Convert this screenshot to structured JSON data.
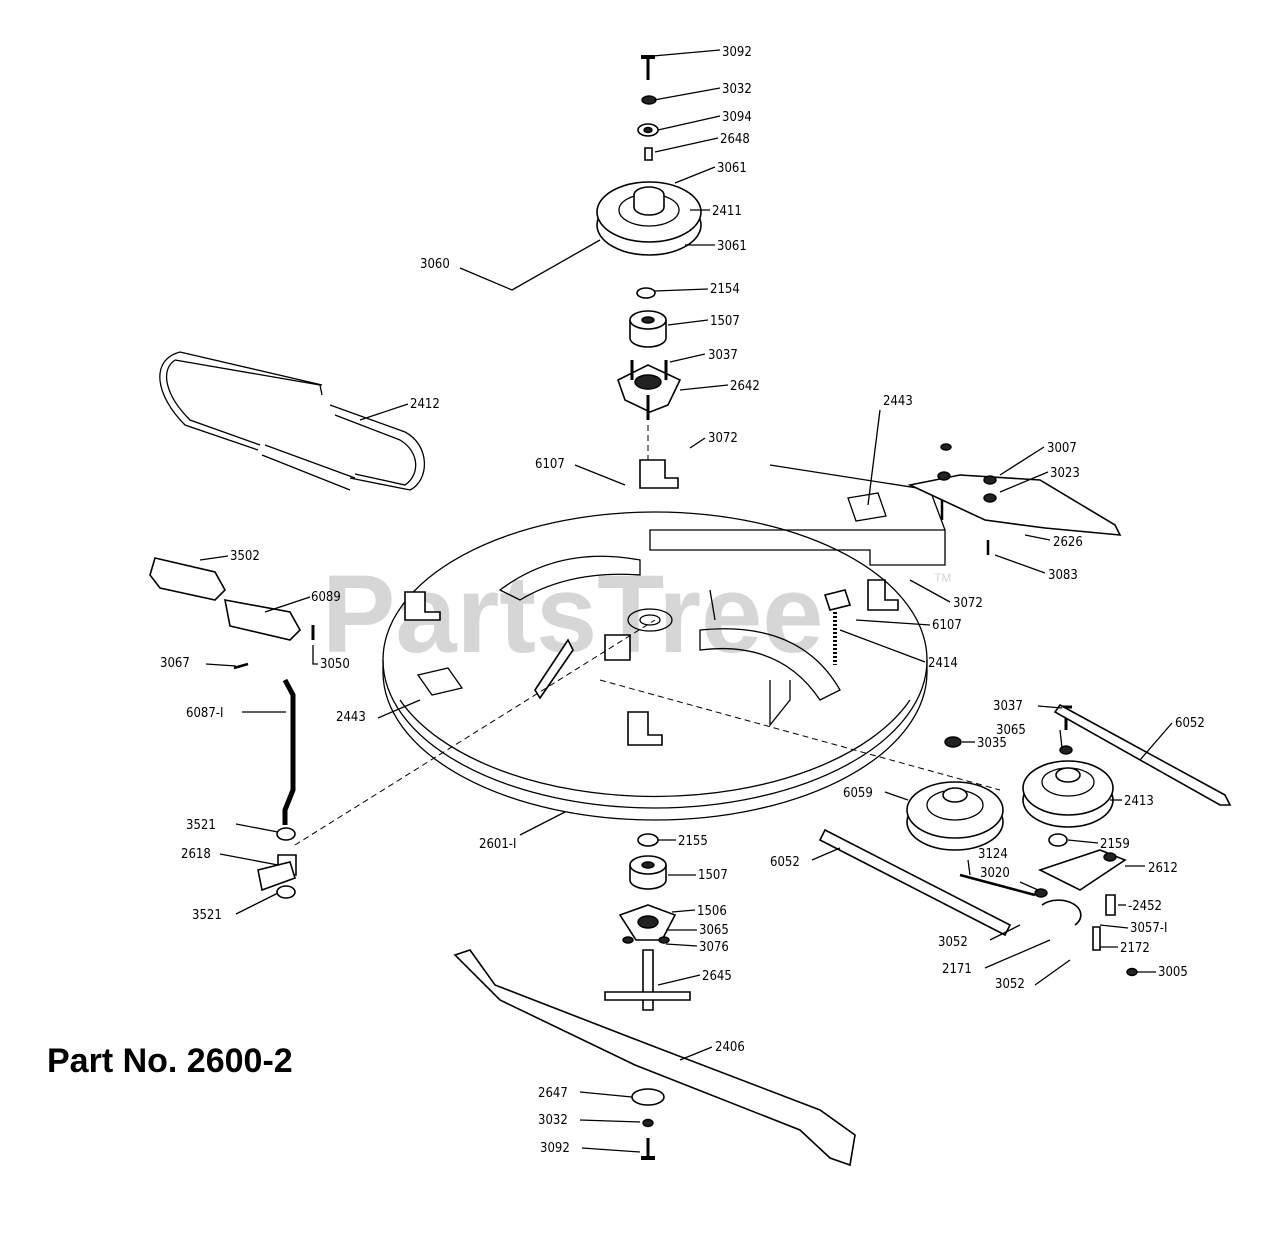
{
  "watermark": "PartsTree",
  "trademark": "TM",
  "part_number": "Part No. 2600-2",
  "callouts": {
    "c3092_top": "3092",
    "c3032_top": "3032",
    "c3094": "3094",
    "c2648": "2648",
    "c3061_top": "3061",
    "c2411": "2411",
    "c3061_bot": "3061",
    "c3060": "3060",
    "c2154": "2154",
    "c1507_top": "1507",
    "c3037_top": "3037",
    "c2642": "2642",
    "c2412": "2412",
    "c2443_top": "2443",
    "c3072_top": "3072",
    "c6107_top": "6107",
    "c3007": "3007",
    "c3023": "3023",
    "c2626": "2626",
    "c3083": "3083",
    "c3502": "3502",
    "c6089": "6089",
    "c3067": "3067",
    "c3050": "3050",
    "c3072_mid": "3072",
    "c6107_mid": "6107",
    "c2414": "2414",
    "c6087": "6087-I",
    "c2443_left": "2443",
    "c3037_right": "3037",
    "c3065_right": "3065",
    "c3035": "3035",
    "c6052_top": "6052",
    "c6059": "6059",
    "c2413": "2413",
    "c3521_top": "3521",
    "c2618": "2618",
    "c3521_bot": "3521",
    "c2601": "2601-I",
    "c2155": "2155",
    "c1507_bot": "1507",
    "c2159": "2159",
    "c3124": "3124",
    "c2612": "2612",
    "c6052_bot": "6052",
    "c3020": "3020",
    "c2452": "-2452",
    "c1506": "1506",
    "c3065_bot": "3065",
    "c3076": "3076",
    "c3057": "3057-I",
    "c3052_a": "3052",
    "c2172": "2172",
    "c2171": "2171",
    "c2645": "2645",
    "c3005": "3005",
    "c3052_b": "3052",
    "c2406": "2406",
    "c2647": "2647",
    "c3032_bot": "3032",
    "c3092_bot": "3092"
  }
}
